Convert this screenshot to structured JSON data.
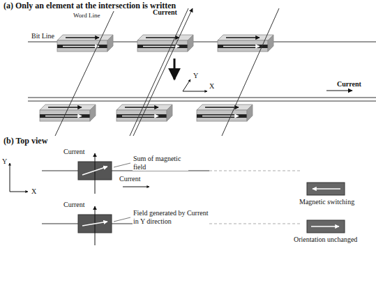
{
  "diagram": {
    "labels": [
      "(a) Only an element at the intersection is written",
      "Word Line",
      "Current",
      "Bit Line",
      "Y",
      "X",
      "Current",
      "(b) Top view",
      "Y",
      "X",
      "Current",
      "Sum of magnetic field",
      "Current",
      "Current",
      "Field generated by Current in Y direction",
      "Magnetic switching",
      "Orientation unchanged"
    ]
  }
}
